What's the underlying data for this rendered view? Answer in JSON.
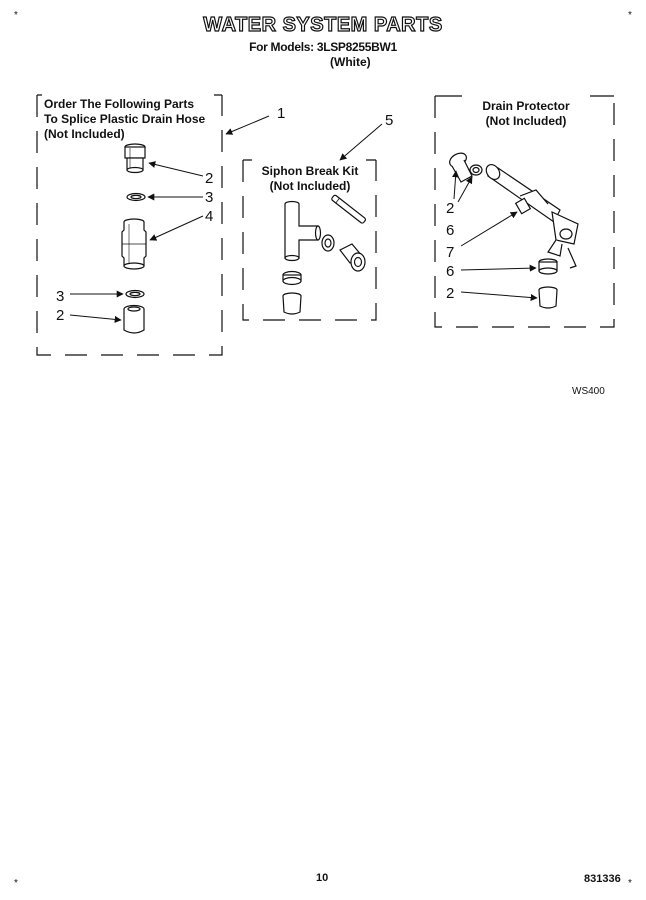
{
  "header": {
    "title": "WATER SYSTEM PARTS",
    "models_line": "For Models: 3LSP8255BW1",
    "color_line": "(White)"
  },
  "left_box": {
    "line1": "Order The Following Parts",
    "line2": "To Splice Plastic Drain Hose",
    "line3": "(Not Included)"
  },
  "middle_box": {
    "line1": "Siphon Break Kit",
    "line2": "(Not Included)"
  },
  "right_box": {
    "line1": "Drain Protector",
    "line2": "(Not Included)"
  },
  "callouts": {
    "c_left_box": "1",
    "c_mid_box": "5",
    "l_2a": "2",
    "l_3a": "3",
    "l_4": "4",
    "l_3b": "3",
    "l_2b": "2",
    "r_2a": "2",
    "r_6a": "6",
    "r_7": "7",
    "r_6b": "6",
    "r_2b": "2"
  },
  "figure_ref": "WS400",
  "footer": {
    "page_number": "10",
    "part_number": "831336"
  },
  "corner_marks": [
    "*",
    "*",
    "*",
    "*"
  ]
}
